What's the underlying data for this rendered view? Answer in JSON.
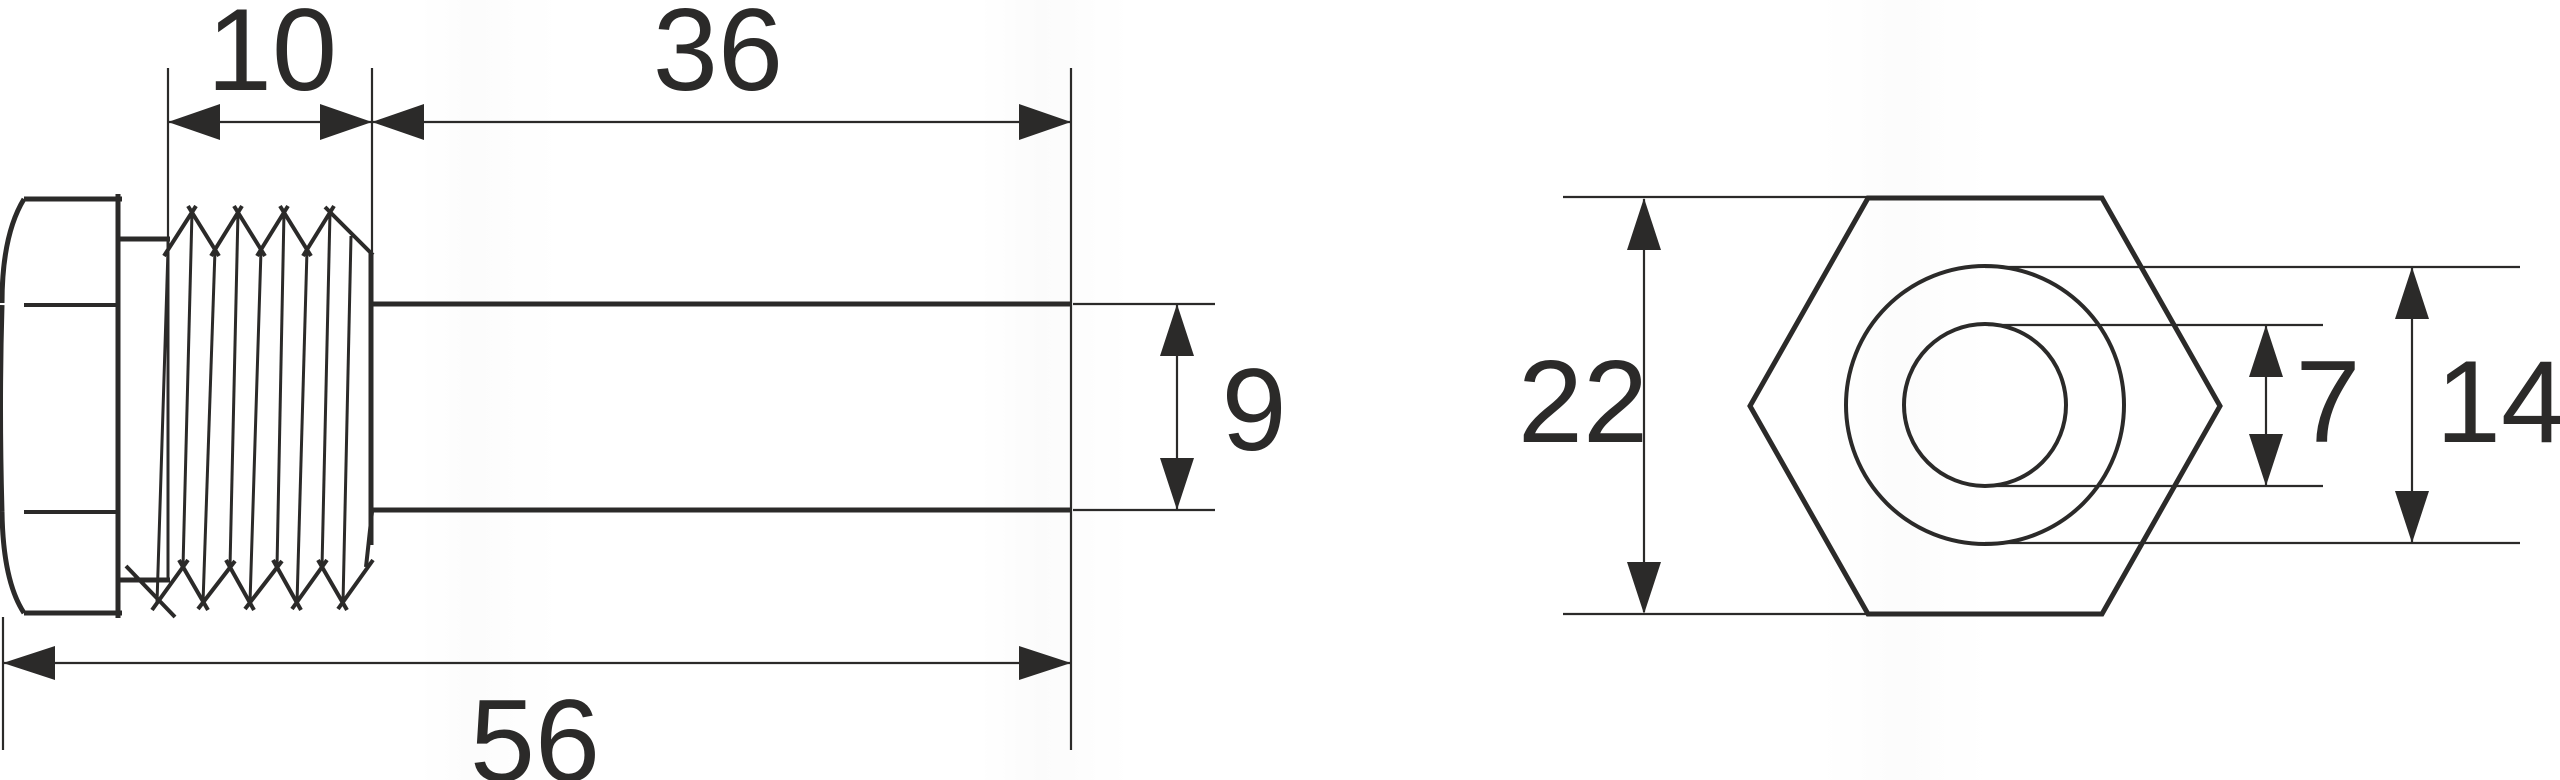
{
  "drawing": {
    "description": "Two-view technical drawing of a hex-head threaded plug fitting",
    "line_color": "#2b2a29",
    "background_color": "#ffffff",
    "views": {
      "side_view_name": "side-view",
      "end_view_name": "end-view"
    },
    "dimensions": {
      "thread_length": "10",
      "shank_length": "36",
      "shank_diameter": "9",
      "overall_length": "56",
      "hex_across_flats": "22",
      "bore_diameter": "7",
      "collar_diameter": "14"
    }
  }
}
